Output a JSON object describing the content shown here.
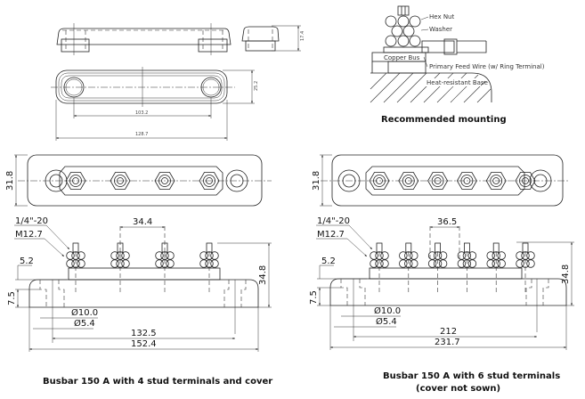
{
  "cover_drawing": {
    "dims": {
      "height": "17.4",
      "width": "25.2",
      "hole_pitch": "103.2",
      "length": "128.7"
    }
  },
  "mounting": {
    "labels": {
      "hex_nut": "Hex Nut",
      "washer": "Washer",
      "copper_bus": "Copper Bus",
      "feed_wire": "Primary Feed Wire (w/ Ring Terminal)",
      "base": "Heat-resistant Base"
    },
    "caption": "Recommended mounting"
  },
  "busbar_4": {
    "stud_count": 4,
    "dims": {
      "width": "31.8",
      "thread": "1/4\"-20",
      "stud": "M12.7",
      "pitch": "34.4",
      "height": "34.8",
      "step": "5.2",
      "base_height": "7.5",
      "counterbore": "Ø10.0",
      "hole": "Ø5.4",
      "mount_pitch": "132.5",
      "length": "152.4"
    },
    "caption": "Busbar 150 A with 4 stud terminals and cover"
  },
  "busbar_6": {
    "stud_count": 6,
    "dims": {
      "width": "31.8",
      "thread": "1/4\"-20",
      "stud": "M12.7",
      "pitch": "36.5",
      "height": "34.8",
      "step": "5.2",
      "base_height": "7.5",
      "counterbore": "Ø10.0",
      "hole": "Ø5.4",
      "mount_pitch": "212",
      "length": "231.7"
    },
    "caption_line1": "Busbar 150 A with 6 stud terminals",
    "caption_line2": "(cover not sown)"
  }
}
